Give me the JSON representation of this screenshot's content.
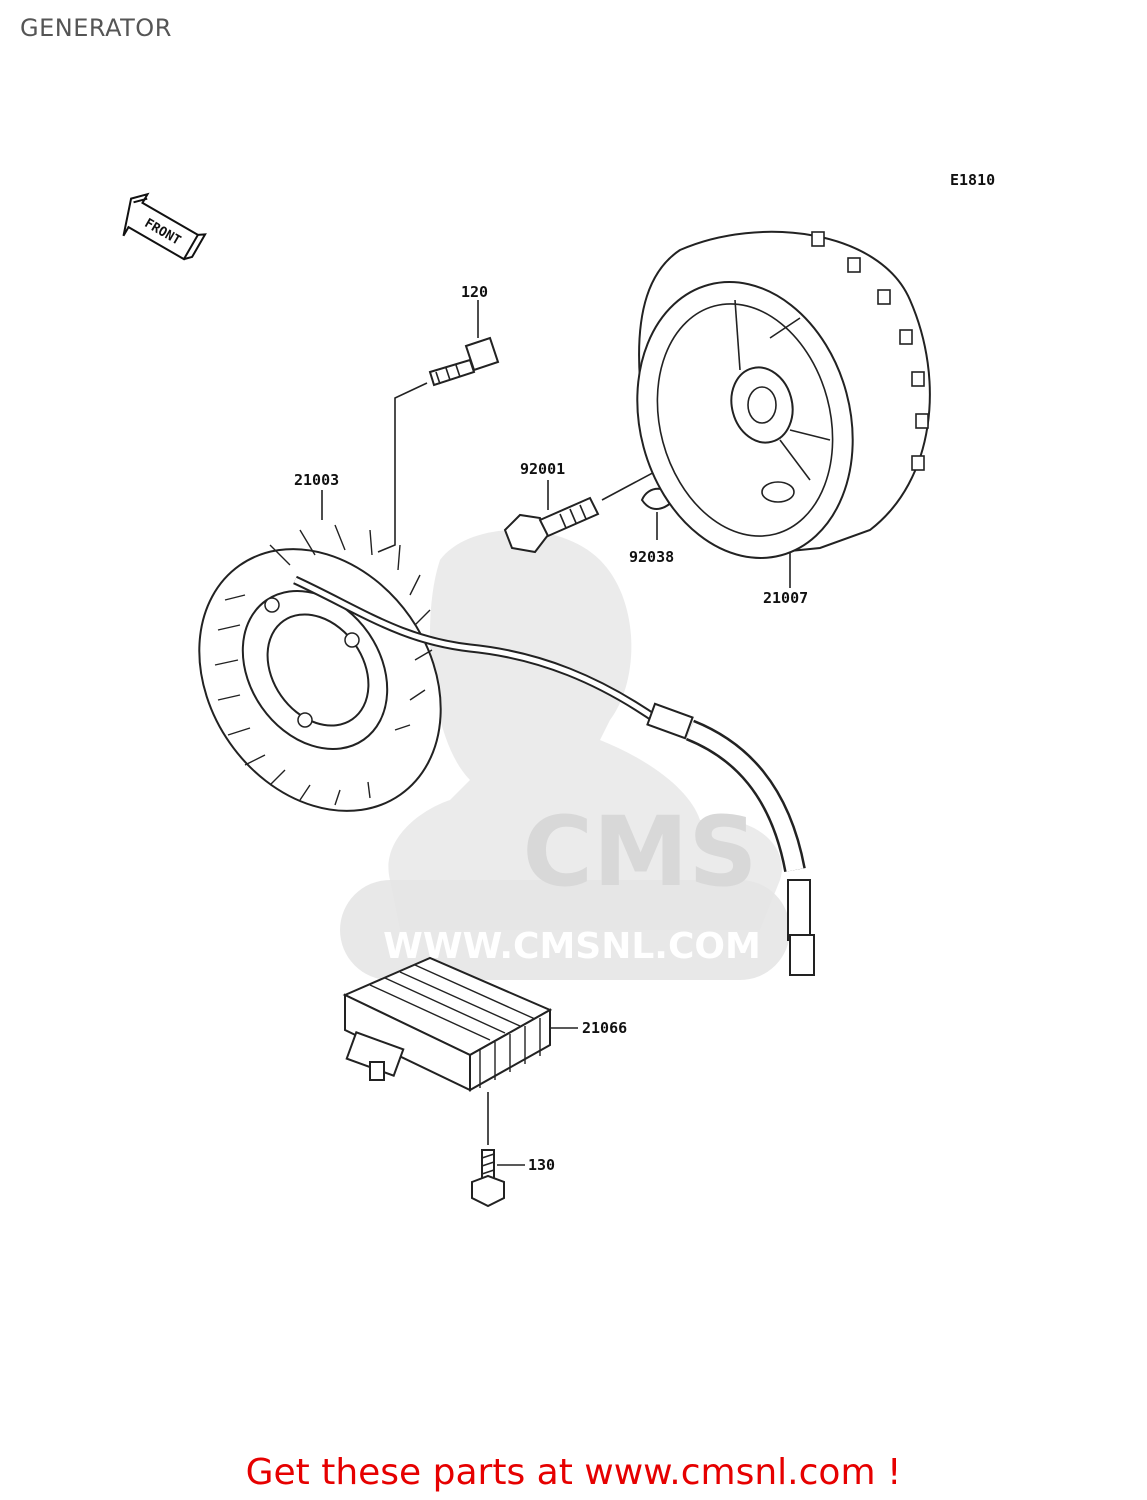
{
  "page": {
    "title": "GENERATOR"
  },
  "diagram": {
    "code": "E1810",
    "front_label": "FRONT",
    "callouts": {
      "p120": "120",
      "p21003": "21003",
      "p92001": "92001",
      "p92038": "92038",
      "p21007": "21007",
      "p21066": "21066",
      "p130": "130"
    }
  },
  "watermark": {
    "logo": "CMS",
    "url": "WWW.CMSNL.COM"
  },
  "footer": {
    "text": "Get these parts at www.cmsnl.com !"
  }
}
